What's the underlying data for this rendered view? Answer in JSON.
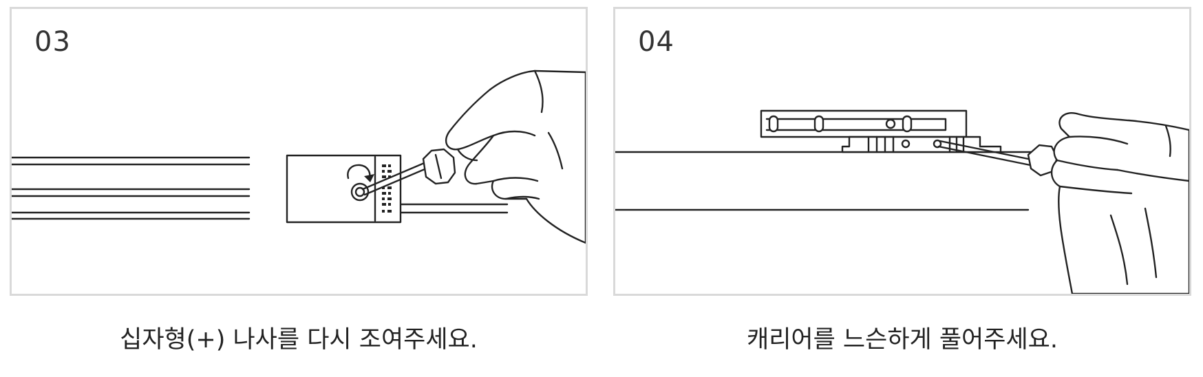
{
  "steps": [
    {
      "number": "03",
      "caption": "십자형(+) 나사를 다시 조여주세요."
    },
    {
      "number": "04",
      "caption": "캐리어를 느슨하게 풀어주세요."
    }
  ]
}
